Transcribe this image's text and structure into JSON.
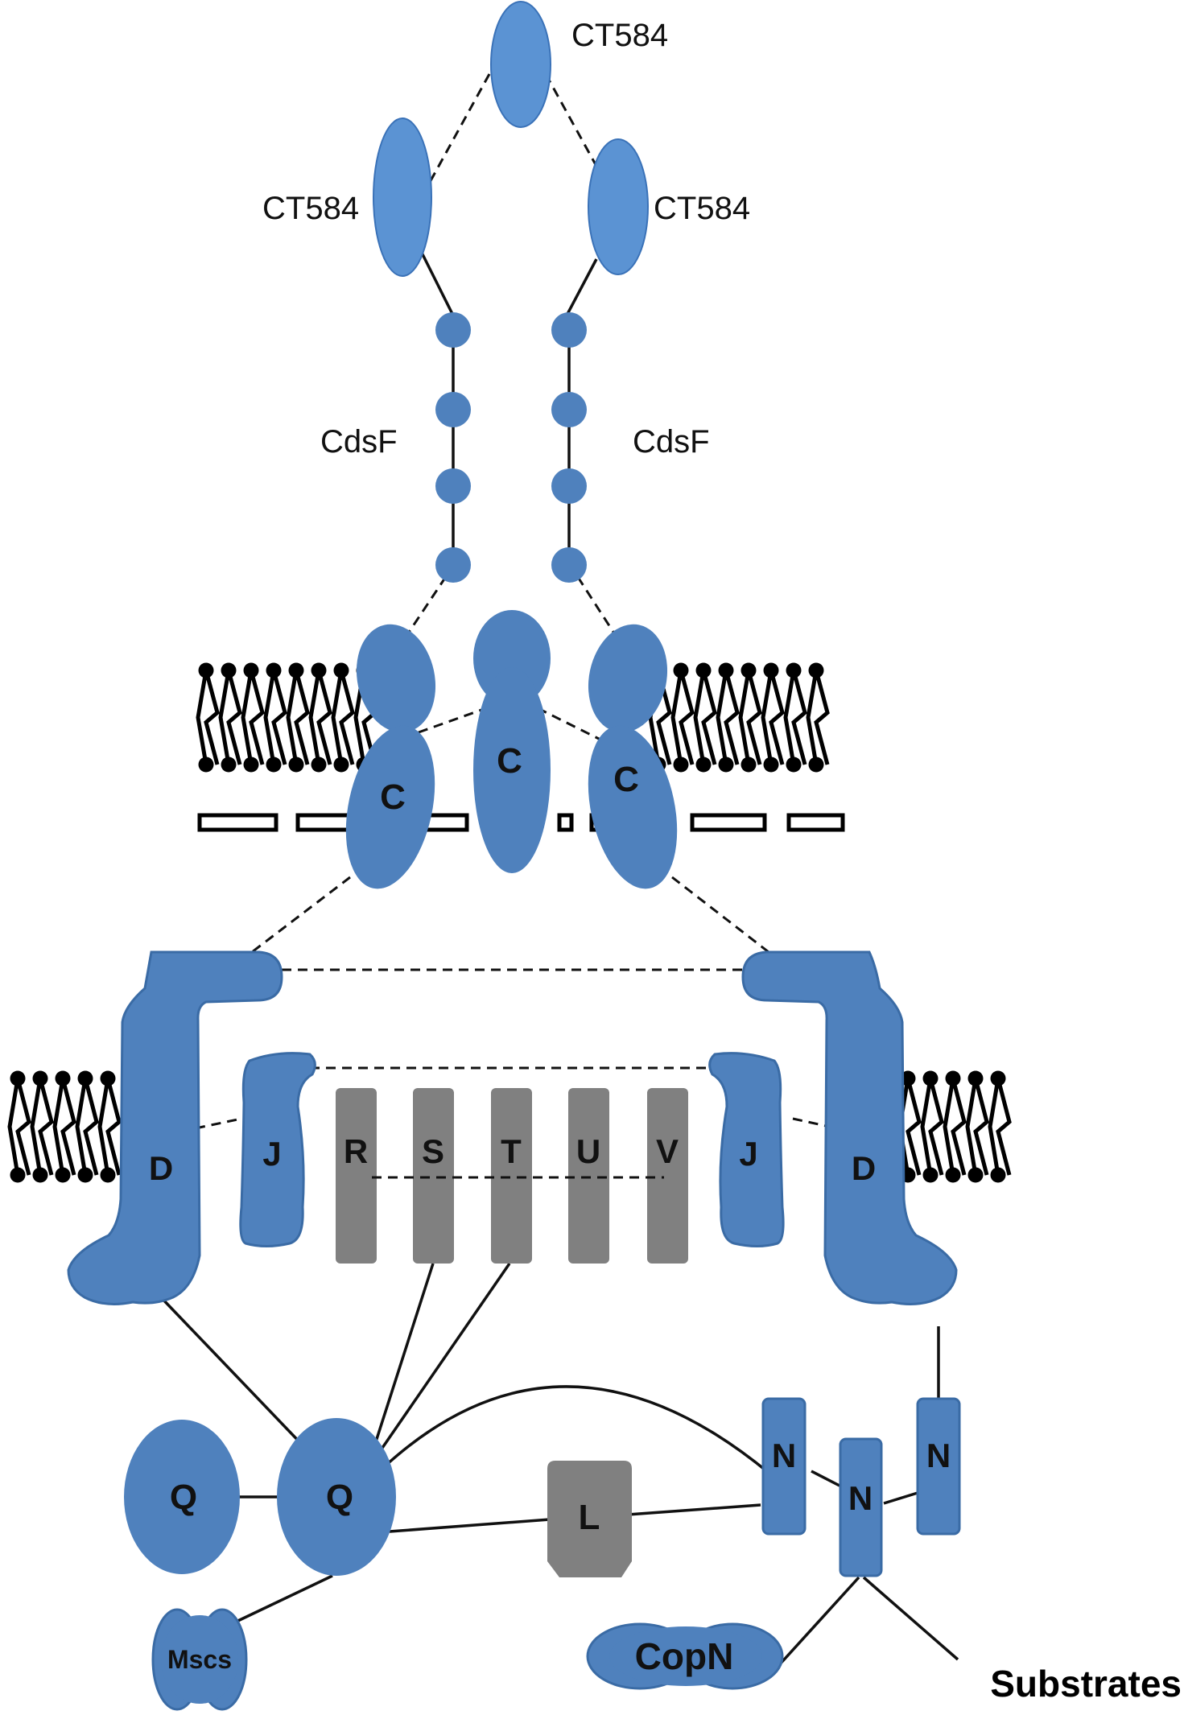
{
  "colors": {
    "protein": "#4F81BD",
    "protein_light": "#5B93D3",
    "outline": "#3A66A0",
    "gray": "#808080",
    "line": "#111111"
  },
  "labels": {
    "ct584": [
      "CT584",
      "CT584",
      "CT584"
    ],
    "cdsf": [
      "CdsF",
      "CdsF"
    ],
    "c": [
      "C",
      "C",
      "C"
    ],
    "d": [
      "D",
      "D"
    ],
    "j": [
      "J",
      "J"
    ],
    "rstuv": [
      "R",
      "S",
      "T",
      "U",
      "V"
    ],
    "q": [
      "Q",
      "Q"
    ],
    "l": "L",
    "n": [
      "N",
      "N",
      "N"
    ],
    "mscs": "Mscs",
    "copn": "CopN",
    "substrates": "Substrates"
  }
}
